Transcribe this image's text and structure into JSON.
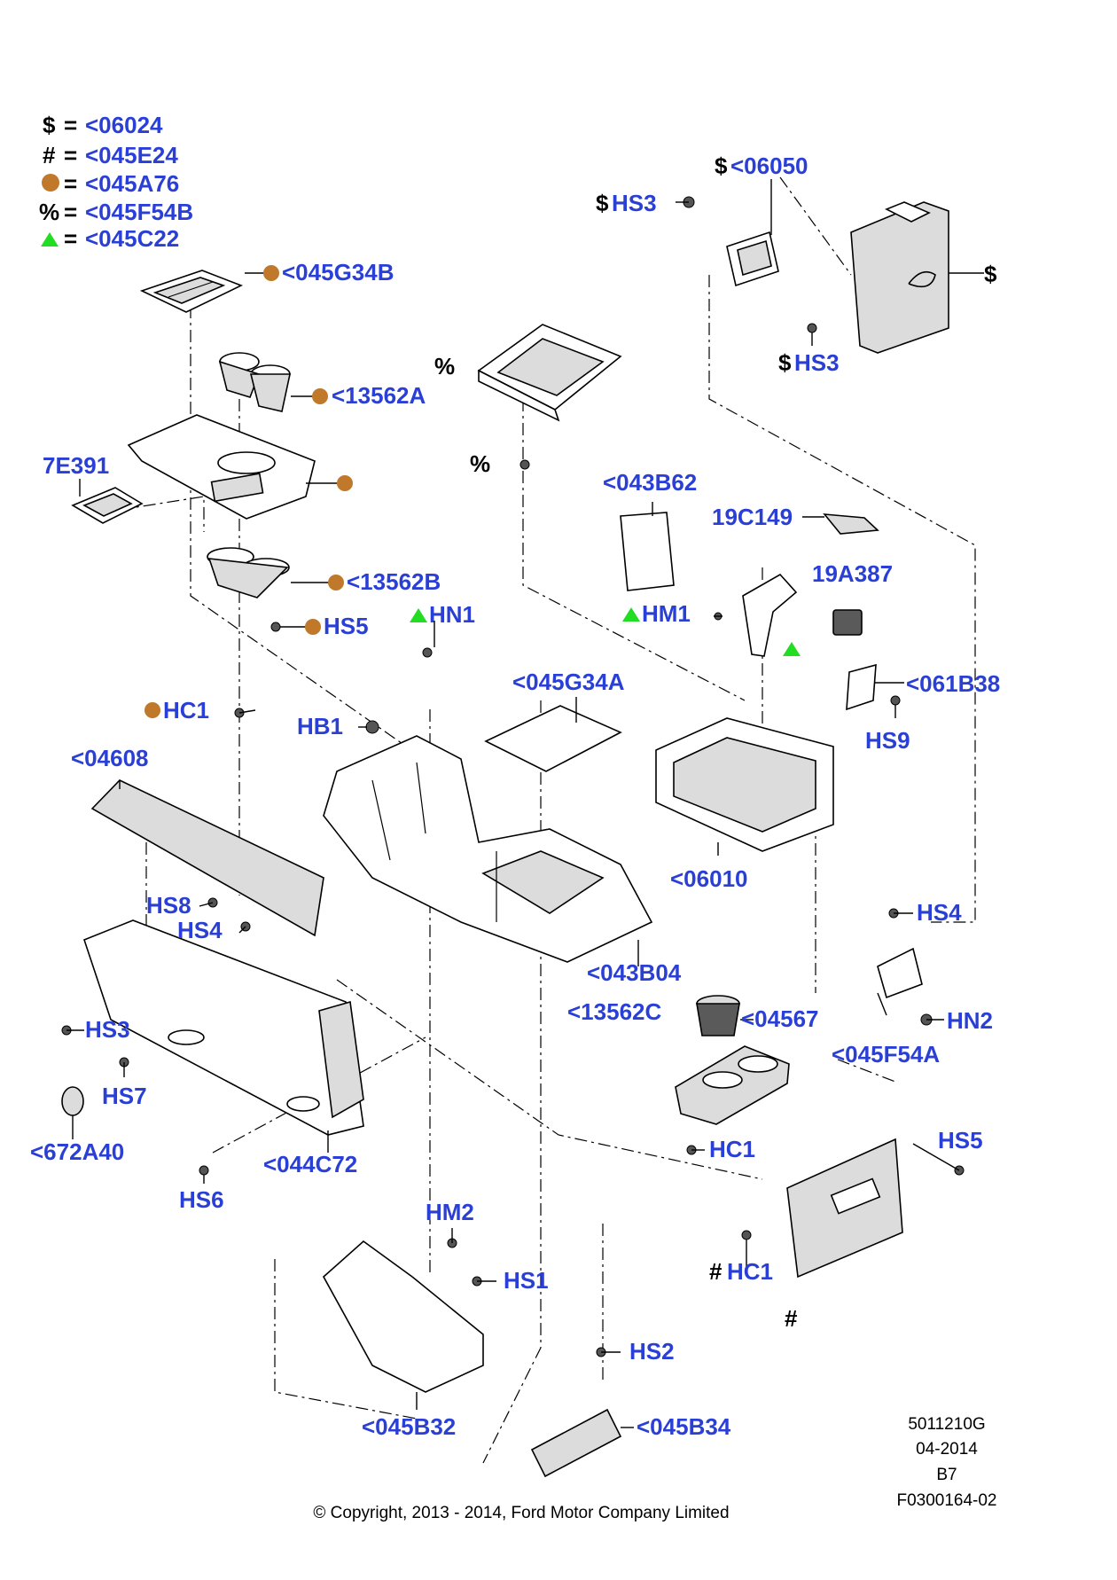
{
  "legend": [
    {
      "symbol": "$",
      "code": "<06024"
    },
    {
      "symbol": "#",
      "code": "<045E24"
    },
    {
      "symbol": "circle",
      "code": "<045A76"
    },
    {
      "symbol": "%",
      "code": "<045F54B"
    },
    {
      "symbol": "triangle",
      "code": "<045C22"
    }
  ],
  "legend_equals": "=",
  "colors": {
    "label": "#2a3fd6",
    "circle_marker": "#c0782b",
    "triangle_marker": "#22dd22"
  },
  "labels": {
    "p06050": "<06050",
    "hs3_top": "HS3",
    "hs3_mid": "HS3",
    "p045g34b": "<045G34B",
    "p13562a": "<13562A",
    "p7e391": "7E391",
    "p13562b": "<13562B",
    "hs5_left": "HS5",
    "hn1": "HN1",
    "p043b62": "<043B62",
    "p19c149": "19C149",
    "p19a387": "19A387",
    "hm1": "HM1",
    "p061b38": "<061B38",
    "hs9": "HS9",
    "p045g34a": "<045G34A",
    "hc1_left": "HC1",
    "hb1": "HB1",
    "p04608": "<04608",
    "p06010": "<06010",
    "hs8": "HS8",
    "hs4_left": "HS4",
    "hs4_right": "HS4",
    "p043b04": "<043B04",
    "hs3_left": "HS3",
    "p13562c": "<13562C",
    "p04567": "<04567",
    "hn2": "HN2",
    "p045f54a": "<045F54A",
    "hs7": "HS7",
    "p672a40": "<672A40",
    "hc1_mid": "HC1",
    "hs5_right": "HS5",
    "p044c72": "<044C72",
    "hs6": "HS6",
    "hm2": "HM2",
    "hs1": "HS1",
    "hc1_right": "HC1",
    "hs2": "HS2",
    "p045b32": "<045B32",
    "p045b34": "<045B34"
  },
  "symbols": {
    "dollar": "$",
    "hash": "#",
    "percent": "%"
  },
  "meta": {
    "code1": "5011210G",
    "date": "04-2014",
    "rev": "B7",
    "ref": "F0300164-02"
  },
  "copyright": "© Copyright, 2013 - 2014, Ford Motor Company Limited"
}
